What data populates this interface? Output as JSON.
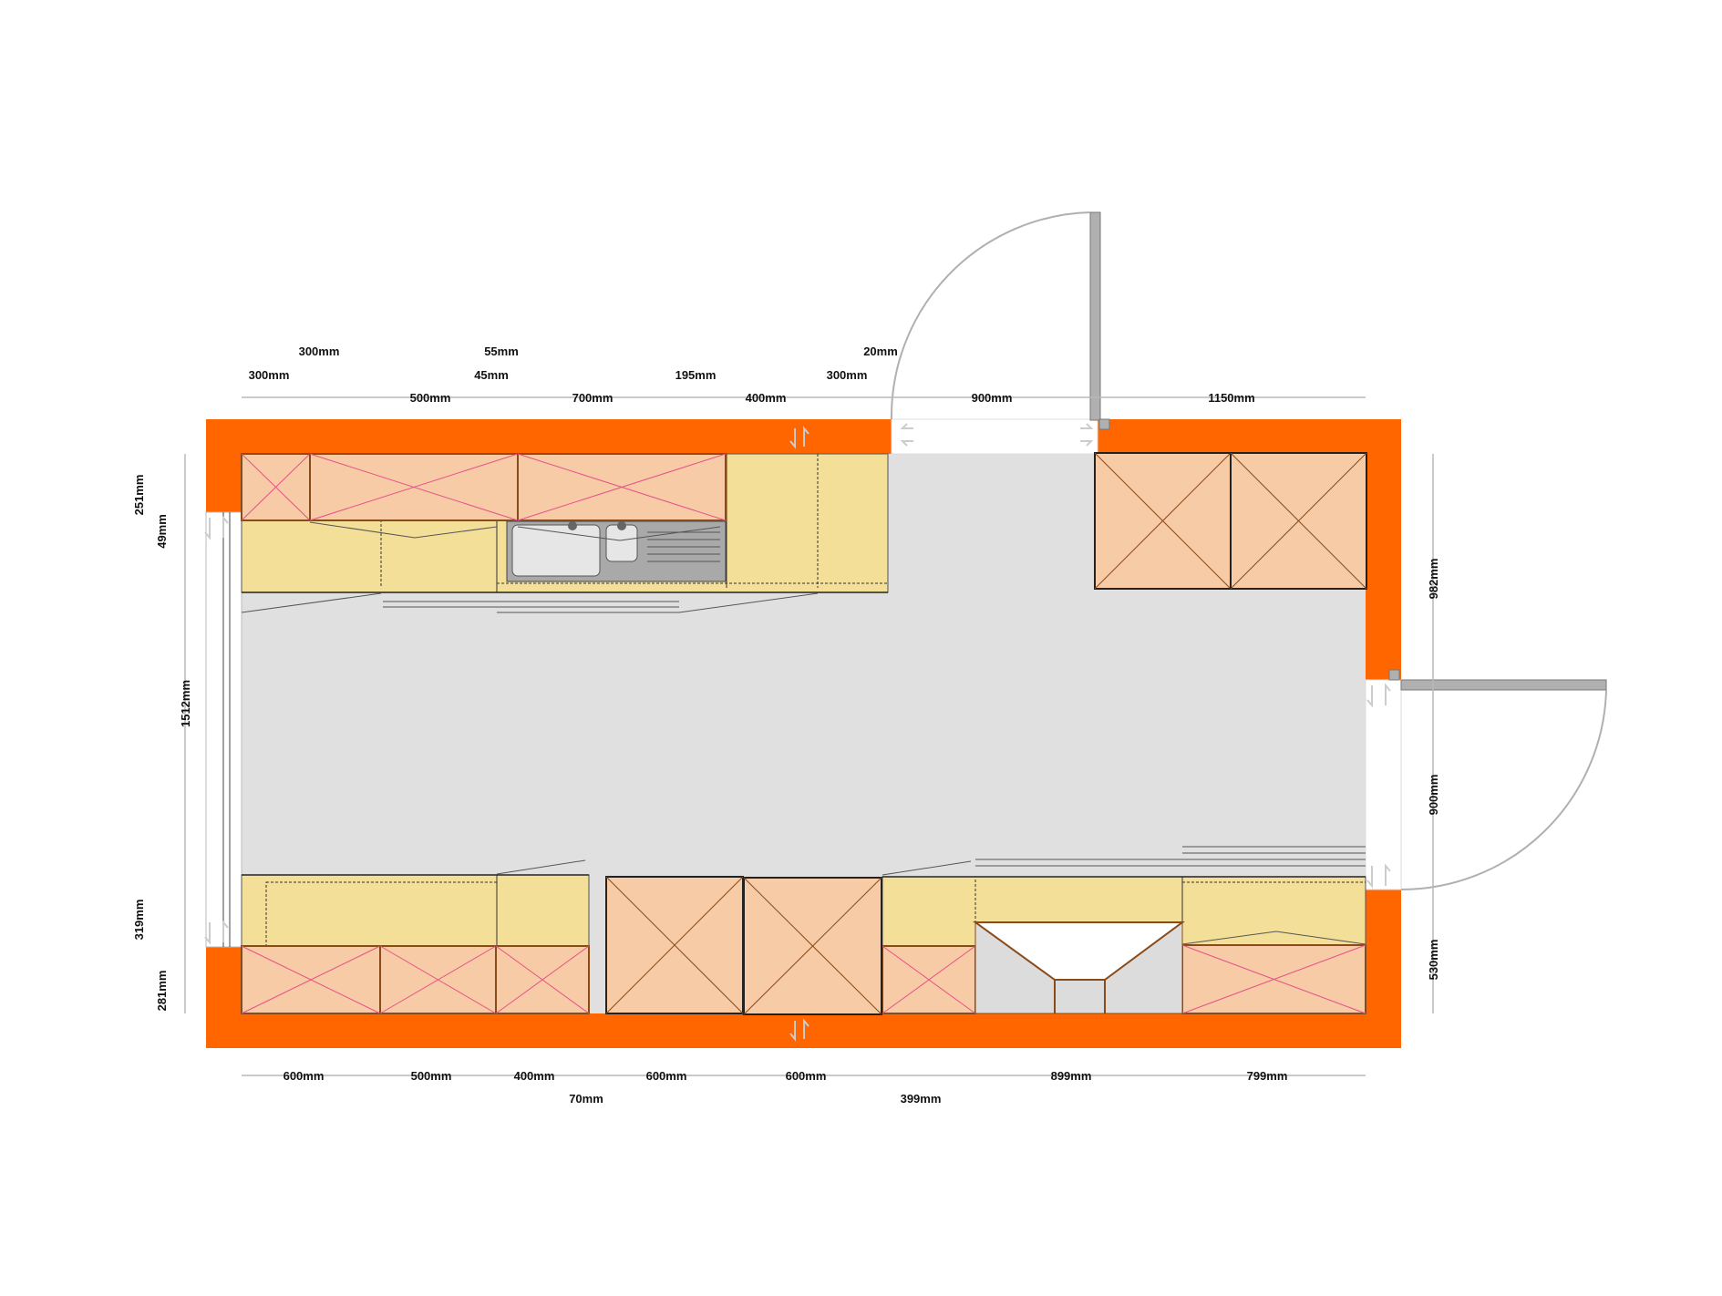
{
  "colors": {
    "wall": "#ff6600",
    "floor": "#e0e0e0",
    "upper_cabinet": "#f7cba5",
    "base_cabinet": "#f4df98",
    "tall_unit": "#f7cba5",
    "door": "#b0b0b0"
  },
  "dimensions": {
    "top_row1": [
      "300mm",
      "55mm",
      "20mm"
    ],
    "top_row2": [
      "300mm",
      "45mm",
      "195mm",
      "300mm"
    ],
    "top_row3": [
      "500mm",
      "700mm",
      "400mm",
      "900mm",
      "1150mm"
    ],
    "bottom_row1": [
      "600mm",
      "500mm",
      "400mm",
      "600mm",
      "600mm",
      "899mm",
      "799mm"
    ],
    "bottom_row2": [
      "70mm",
      "399mm"
    ],
    "left": [
      "251mm",
      "49mm",
      "1512mm",
      "319mm",
      "281mm"
    ],
    "right": [
      "982mm",
      "900mm",
      "530mm"
    ]
  }
}
